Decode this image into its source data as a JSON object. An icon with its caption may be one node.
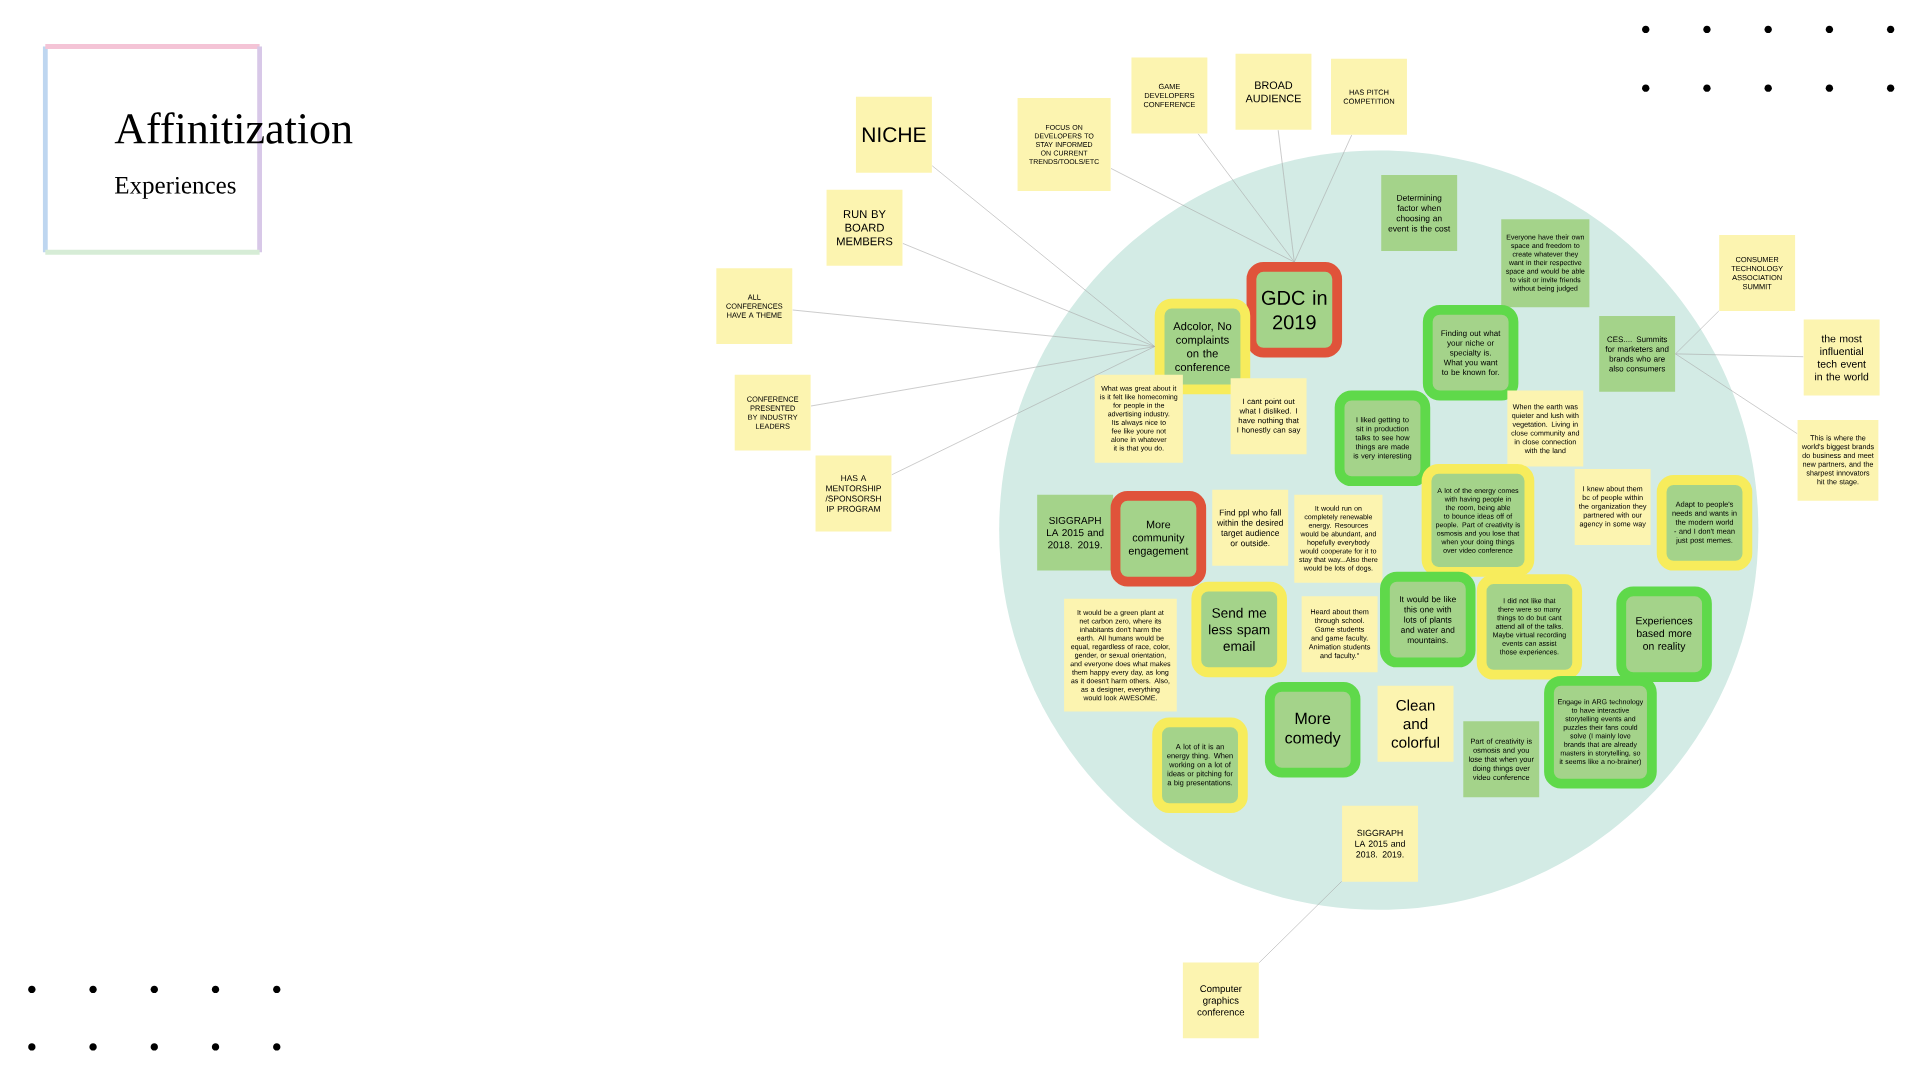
{
  "diagram": {
    "title": "Affinitization",
    "labels": [
      "Experiences"
    ],
    "nodes": [
      {
        "text": [],
        "shape": "circle"
      },
      {
        "text": [
          "GAME DEVELOPERS CONFERENCE"
        ]
      },
      {
        "text": [
          "BROAD AUDIENCE"
        ]
      },
      {
        "text": [
          "HAS PITCH COMPETITION"
        ]
      },
      {
        "text": [
          "NICHE"
        ]
      },
      {
        "text": [
          "FOCUS ON DEVELOPERS TO STAY INFORMED ON CURRENT TRENDS/TOOLS/ETC"
        ]
      },
      {
        "text": [
          "Determining factor when choosing an event is the cost"
        ],
        "in": 0
      },
      {
        "text": [
          "RUN BY BOARD MEMBERS"
        ]
      },
      {
        "text": [
          "Everyone have their own space and freedom to create whatever they want in their respective space and would be able to visit or invite friends without being judged"
        ],
        "in": 0
      },
      {
        "text": [
          "CONSUMER TECHNOLOGY ASSOCIATION SUMMIT"
        ]
      },
      {
        "text": [
          "ALL CONFERENCES HAVE A THEME"
        ]
      },
      {
        "text": [
          "GDC in 2019"
        ],
        "in": 0
      },
      {
        "text": [
          "Adcolor, No complaints on the conference"
        ],
        "in": 0
      },
      {
        "text": [
          "Finding out what your niche or specialty is. What you want to be known for."
        ],
        "in": 0
      },
      {
        "text": [
          "CES.... Summits for marketers and brands who are also consumers"
        ],
        "in": 0
      },
      {
        "text": [
          "the most influential tech event in the world"
        ]
      },
      {
        "text": [
          "CONFERENCE PRESENTED BY INDUSTRY LEADERS"
        ]
      },
      {
        "text": [
          "What was great about it is it felt like homecoming for people in the advertising industry. Its always nice to fee like youre not alone in whatever it is that you do."
        ],
        "in": 0
      },
      {
        "text": [
          "I cant point out what I disliked. I have nothing that I honestly can say"
        ],
        "in": 0
      },
      {
        "text": [
          "When the earth was quieter and lush with vegetation. Living in close community and in close connection with the land"
        ],
        "in": 0
      },
      {
        "text": [
          "I liked getting to sit in production talks to see how things are made is very interesting"
        ],
        "in": 0
      },
      {
        "text": [
          "This is where the world's biggest brands do business and meet new partners, and the sharpest innovators hit the stage."
        ]
      },
      {
        "text": [
          "HAS A MENTORSHIP /SPONSORSH IP PROGRAM"
        ]
      },
      {
        "text": [
          "A lot of the energy comes with having people in the room, being able to bounce ideas off of people. Part of creativity is osmosis and you lose that when your doing things over video conference"
        ],
        "in": 0
      },
      {
        "text": [
          "I knew about them bc of people within the organization they partnered with our agency in some way"
        ],
        "in": 0
      },
      {
        "text": [
          "Adapt to people's needs and wants in the modern world - and I don't mean just post memes."
        ],
        "in": 0
      },
      {
        "text": [
          "SIGGRAPH LA 2015 and 2018. 2019."
        ],
        "in": 0
      },
      {
        "text": [
          "More community engagement"
        ],
        "in": 0
      },
      {
        "text": [
          "Find ppl who fall within the desired target audience or outside."
        ],
        "in": 0
      },
      {
        "text": [
          "It would run on completely renewable energy. Resources would be abundant, and hopefully everybody would cooperate for it to stay that way...Also there would be lots of dogs."
        ],
        "in": 0
      },
      {
        "text": [
          "It would be like this one with lots of plants and water and mountains."
        ],
        "in": 0
      },
      {
        "text": [
          "I did not like that there were so many things to do but cant attend all of the talks. Maybe virtual recording events can assist those experiences."
        ],
        "in": 0
      },
      {
        "text": [
          "Send me less spam email"
        ],
        "in": 0
      },
      {
        "text": [
          "Heard about them through school. Game students and game faculty. Animation students and faculty.\""
        ],
        "in": 0
      },
      {
        "text": [
          "Experiences based more on reality"
        ],
        "in": 0
      },
      {
        "text": [
          "It would be a green plant at net carbon zero, where its inhabitants don't harm the earth. All humans would be equal, regardless of race, color, gender, or sexual orientation, and everyone does what makes them happy every day, as long as it doesn't harm others. Also, as a designer, everything would look AWESOME."
        ],
        "in": 0
      },
      {
        "text": [
          "More comedy"
        ],
        "in": 0
      },
      {
        "text": [
          "Clean and colorful"
        ],
        "in": 0
      },
      {
        "text": [
          "Engage in ARG technology to have interactive storytelling events and puzzles their fans could solve (I mainly love brands that are already masters in storytelling, so it seems like a no-brainer)"
        ],
        "in": 0
      },
      {
        "text": [
          "A lot of it is an energy thing. When working on a lot of ideas or pitching for a big presentations."
        ],
        "in": 0
      },
      {
        "text": [
          "Part of creativity is osmosis and you lose that when your doing things over video conference"
        ],
        "in": 0
      },
      {
        "text": [
          "SIGGRAPH LA 2015 and 2018. 2019."
        ],
        "in": 0
      },
      {
        "text": [
          "Computer graphics conference"
        ]
      }
    ],
    "edges": [
      {
        "from": 1,
        "to": 11,
        "arrow": "none"
      },
      {
        "from": 2,
        "to": 11,
        "arrow": "none"
      },
      {
        "from": 3,
        "to": 11,
        "arrow": "none"
      },
      {
        "from": 5,
        "to": 11,
        "arrow": "none"
      },
      {
        "from": 4,
        "to": 12,
        "arrow": "none"
      },
      {
        "from": 7,
        "to": 12,
        "arrow": "none"
      },
      {
        "from": 10,
        "to": 12,
        "arrow": "none"
      },
      {
        "from": 16,
        "to": 12,
        "arrow": "none"
      },
      {
        "from": 22,
        "to": 12,
        "arrow": "none"
      },
      {
        "from": 14,
        "to": 9,
        "arrow": "none"
      },
      {
        "from": 14,
        "to": 15,
        "arrow": "none"
      },
      {
        "from": 14,
        "to": 21,
        "arrow": "none"
      },
      {
        "from": 41,
        "to": 42,
        "arrow": "none"
      }
    ]
  }
}
